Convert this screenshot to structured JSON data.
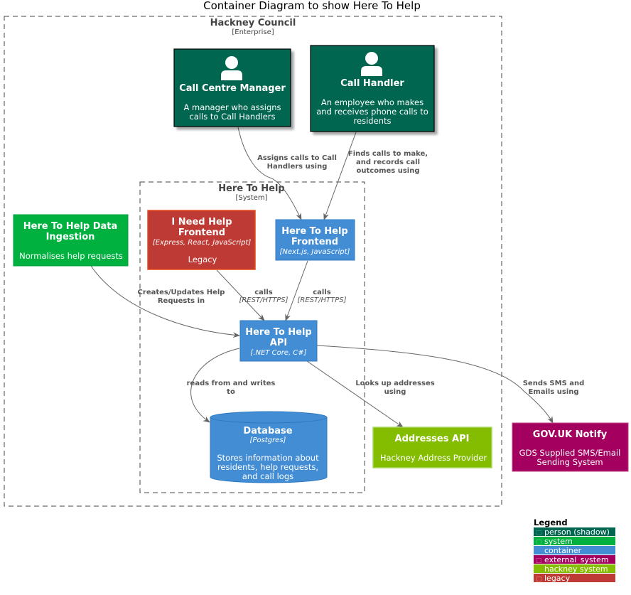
{
  "diagram": {
    "title": "Container Diagram to show Here To Help",
    "boundaries": {
      "enterprise": {
        "name": "Hackney Council",
        "type": "[Enterprise]"
      },
      "system": {
        "name": "Here To Help",
        "type": "[System]"
      }
    },
    "nodes": {
      "call_centre_manager": {
        "name": "Call Centre Manager",
        "desc": [
          "A manager who assigns",
          "calls to Call Handlers"
        ],
        "color": "#006650"
      },
      "call_handler": {
        "name": "Call Handler",
        "desc": [
          "An employee who makes",
          "and receives phone calls to",
          "residents"
        ],
        "color": "#006650"
      },
      "data_ingestion": {
        "name": [
          "Here To Help Data",
          "Ingestion"
        ],
        "desc": "Normalises help requests",
        "color": "#00b140"
      },
      "ineedhelp_frontend": {
        "name": [
          "I Need Help",
          "Frontend"
        ],
        "tech": "[Express, React, JavaScript]",
        "desc": "Legacy",
        "color": "#be3a34"
      },
      "here_to_help_frontend": {
        "name": [
          "Here To Help",
          "Frontend"
        ],
        "tech": "[Next.js, JavaScript]",
        "color": "#438dd5"
      },
      "api": {
        "name": [
          "Here To Help",
          "API"
        ],
        "tech": "[.NET Core, C#]",
        "color": "#438dd5"
      },
      "database": {
        "name": "Database",
        "tech": "[Postgres]",
        "desc": [
          "Stores information about",
          "residents, help requests,",
          "and call logs"
        ],
        "color": "#438dd5"
      },
      "addresses_api": {
        "name": "Addresses API",
        "desc": "Hackney Address Provider",
        "color": "#84bd00"
      },
      "govuk_notify": {
        "name": "GOV.UK Notify",
        "desc": [
          "GDS Supplied SMS/Email",
          "Sending System"
        ],
        "color": "#a4005f"
      }
    },
    "relations": {
      "assigns": [
        "Assigns calls to Call",
        "Handlers using"
      ],
      "finds": [
        "Finds calls to make,",
        "and records call",
        "outcomes using"
      ],
      "creates": [
        "Creates/Updates Help",
        "Requests in"
      ],
      "calls1": {
        "label": "calls",
        "tech": "[REST/HTTPS]"
      },
      "calls2": {
        "label": "calls",
        "tech": "[REST/HTTPS]"
      },
      "reads": [
        "reads from and writes",
        "to"
      ],
      "looks": [
        "Looks up addresses",
        "using"
      ],
      "sends": [
        "Sends SMS and",
        "Emails using"
      ]
    },
    "legend": {
      "title": "Legend",
      "items": [
        {
          "label": "person (shadow)",
          "color": "#006650"
        },
        {
          "label": "system",
          "color": "#00b140"
        },
        {
          "label": "container",
          "color": "#438dd5"
        },
        {
          "label": "external_system",
          "color": "#a4005f"
        },
        {
          "label": "hackney system",
          "color": "#84bd00"
        },
        {
          "label": "legacy",
          "color": "#be3a34"
        }
      ]
    }
  }
}
